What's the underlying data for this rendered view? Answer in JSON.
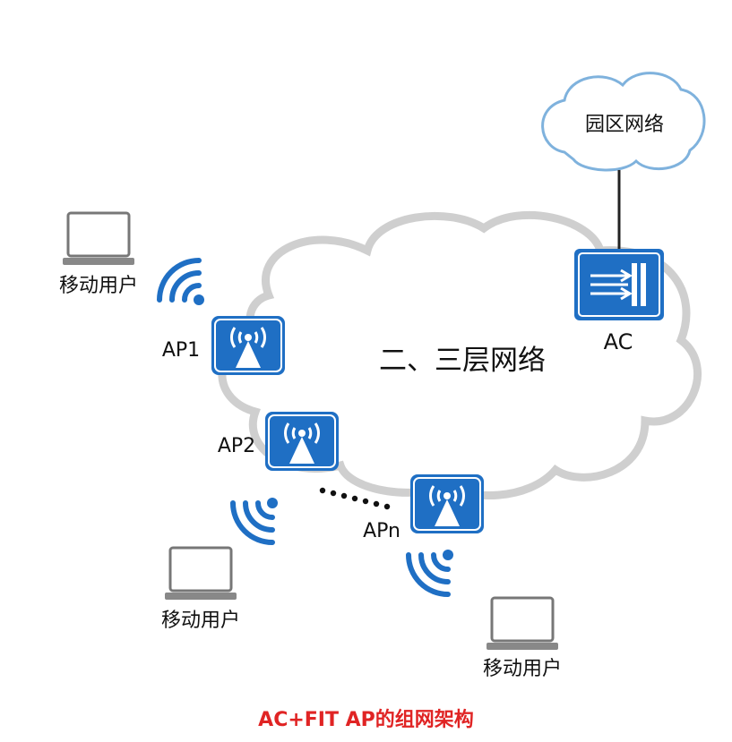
{
  "campus_network": {
    "label": "园区网络"
  },
  "core_network": {
    "label": "二、三层网络"
  },
  "ac": {
    "label": "AC"
  },
  "access_points": [
    {
      "label": "AP1"
    },
    {
      "label": "AP2"
    },
    {
      "label": "APn"
    }
  ],
  "mobile_users": [
    {
      "label": "移动用户"
    },
    {
      "label": "移动用户"
    },
    {
      "label": "移动用户"
    }
  ],
  "caption": {
    "text": "AC+FIT AP的组网架构"
  },
  "colors": {
    "device_blue": "#1f6fc4",
    "cloud_gray": "#cfcfcf",
    "caption_red": "#e02424"
  }
}
